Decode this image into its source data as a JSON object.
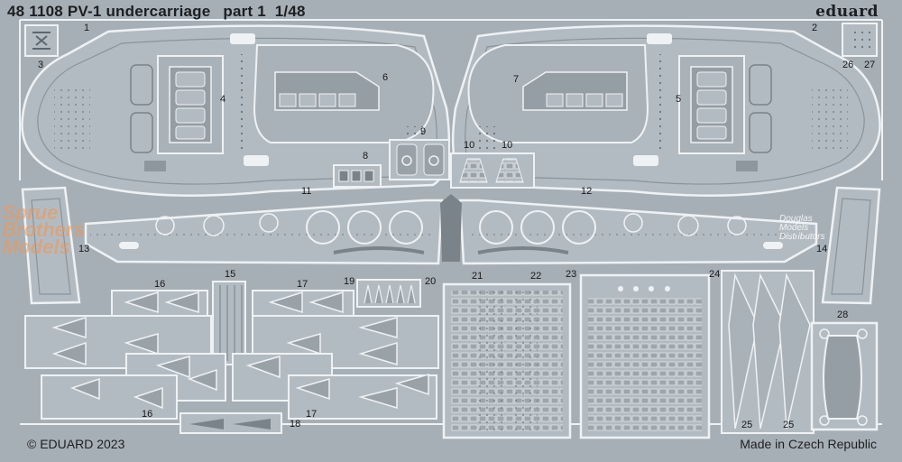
{
  "header": {
    "product_code": "48 1108",
    "product_name": "PV-1 undercarriage",
    "part": "part 1",
    "scale": "1/48",
    "brand": "eduard"
  },
  "footer": {
    "copyright": "© EDUARD 2023",
    "origin": "Made in Czech Republic"
  },
  "watermarks": {
    "left_line1": "Sprue",
    "left_line2": "Brothers",
    "left_line3": "Models",
    "right_line1": "Douglas",
    "right_line2": "Models",
    "right_line3": "Distributors"
  },
  "part_numbers": {
    "p1": "1",
    "p2": "2",
    "p3": "3",
    "p4": "4",
    "p5": "5",
    "p6": "6",
    "p7": "7",
    "p8": "8",
    "p9": "9",
    "p10a": "10",
    "p10b": "10",
    "p11": "11",
    "p12": "12",
    "p13": "13",
    "p14": "14",
    "p15": "15",
    "p16a": "16",
    "p16b": "16",
    "p17a": "17",
    "p17b": "17",
    "p18": "18",
    "p19": "19",
    "p20": "20",
    "p21": "21",
    "p22": "22",
    "p23": "23",
    "p24": "24",
    "p25a": "25",
    "p25b": "25",
    "p26": "26",
    "p27": "27",
    "p28": "28"
  },
  "colors": {
    "sheet": "#a7afb6",
    "part_fill": "#b3bbc2",
    "part_edge": "#eef2f5",
    "shadow": "#6d757c",
    "line": "#7b838a",
    "dot": "#6a7279"
  }
}
